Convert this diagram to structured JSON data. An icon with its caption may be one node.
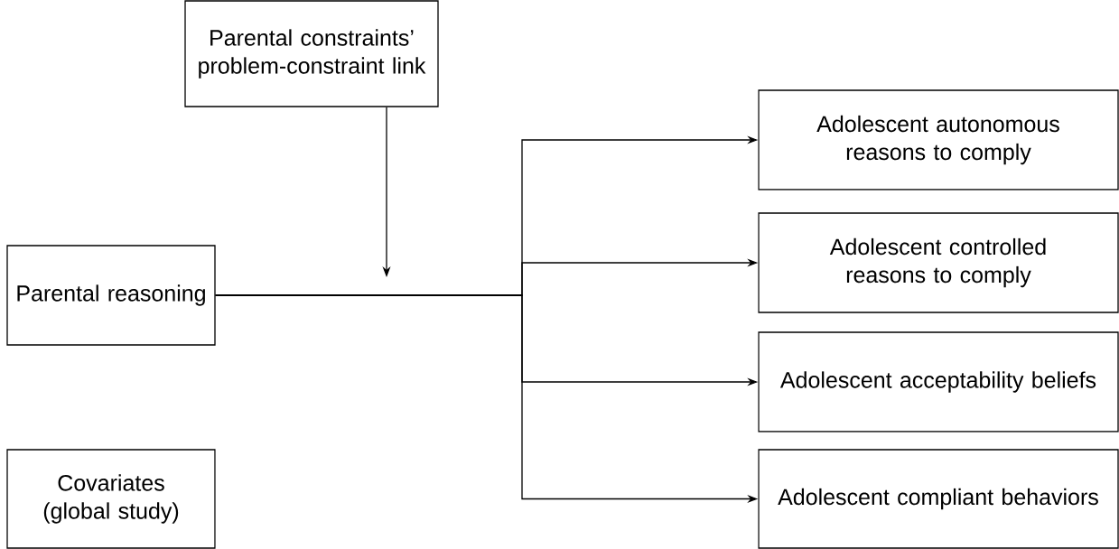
{
  "diagram": {
    "nodes": [
      {
        "text": [
          "Parental constraints’ problem-constraint link"
        ]
      },
      {
        "text": [
          "Parental reasoning"
        ]
      },
      {
        "text": [
          "Adolescent autonomous reasons to comply"
        ]
      },
      {
        "text": [
          "Adolescent controlled reasons to comply"
        ]
      },
      {
        "text": [
          "Adolescent acceptability beliefs"
        ]
      },
      {
        "text": [
          "Adolescent compliant behaviors"
        ]
      },
      {
        "text": [
          "Covariates (global study)"
        ]
      }
    ],
    "edges": [
      {
        "from": 0,
        "to": null,
        "arrow": "to"
      },
      {
        "from": 1,
        "to": 2,
        "arrow": "to"
      },
      {
        "from": 1,
        "to": 3,
        "arrow": "to"
      },
      {
        "from": 1,
        "to": 4,
        "arrow": "to"
      },
      {
        "from": 1,
        "to": 5,
        "arrow": "to"
      }
    ]
  }
}
